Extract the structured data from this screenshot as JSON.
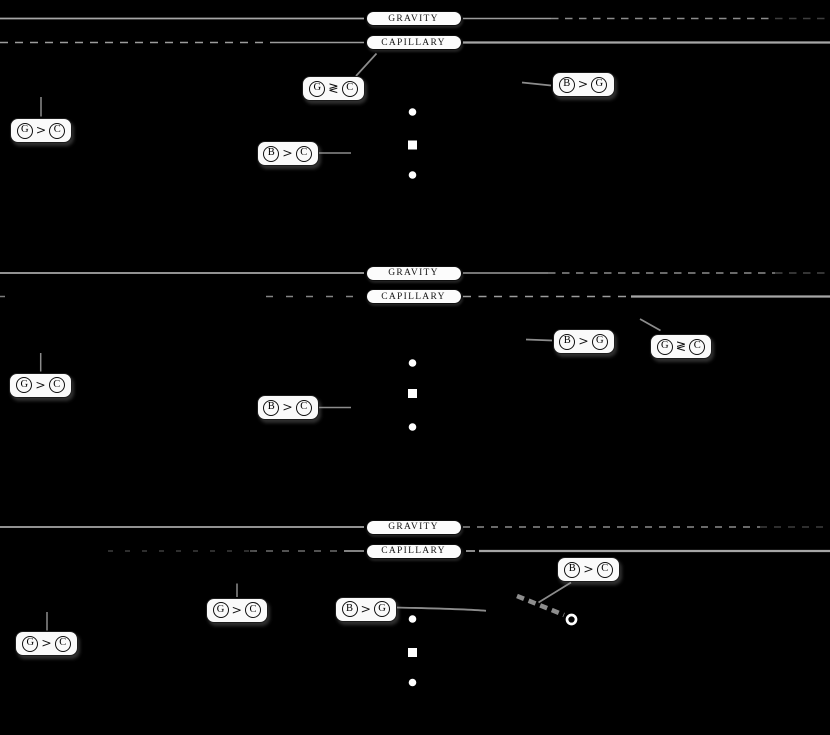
{
  "figure": {
    "background_color": "#000000",
    "line_color": "#9c9c9c",
    "label_box_bg": "#fbfbfb",
    "label_box_border": "#151515",
    "marker_color": "#ffffff"
  },
  "panels": [
    {
      "name": "top",
      "gravity_label": "GRAVITY",
      "capillary_label": "CAPILLARY",
      "gravity_line": {
        "left_style": "solid",
        "right_style": "solid-then-dashed"
      },
      "capillary_line": {
        "left_style": "dashed-then-solid",
        "right_style": "solid"
      },
      "annotations": [
        {
          "name": "gravity-gt-capillary",
          "left": "G",
          "op": ">",
          "right": "C"
        },
        {
          "name": "gravity-vs-capillary-crossover",
          "left": "G",
          "op": "≷",
          "right": "C"
        },
        {
          "name": "bending-gt-capillary",
          "left": "B",
          "op": ">",
          "right": "C"
        },
        {
          "name": "bending-gt-gravity",
          "left": "B",
          "op": ">",
          "right": "G"
        }
      ],
      "markers": [
        "filled-circle",
        "filled-square",
        "filled-circle"
      ]
    },
    {
      "name": "middle",
      "gravity_label": "GRAVITY",
      "capillary_label": "CAPILLARY",
      "gravity_line": {
        "left_style": "solid",
        "right_style": "solid-then-dashed"
      },
      "capillary_line": {
        "left_style": "sparse-dashed",
        "right_style": "dashed-then-solid"
      },
      "annotations": [
        {
          "name": "gravity-gt-capillary",
          "left": "G",
          "op": ">",
          "right": "C"
        },
        {
          "name": "bending-gt-capillary",
          "left": "B",
          "op": ">",
          "right": "C"
        },
        {
          "name": "bending-gt-gravity",
          "left": "B",
          "op": ">",
          "right": "G"
        },
        {
          "name": "gravity-vs-capillary-crossover",
          "left": "G",
          "op": "≷",
          "right": "C"
        }
      ],
      "markers": [
        "filled-circle",
        "filled-square",
        "filled-circle"
      ]
    },
    {
      "name": "bottom",
      "gravity_label": "GRAVITY",
      "capillary_label": "CAPILLARY",
      "gravity_line": {
        "left_style": "solid",
        "right_style": "dashed-fading"
      },
      "capillary_line": {
        "left_style": "faint-dashed-then-solid",
        "right_style": "solid"
      },
      "annotations": [
        {
          "name": "gravity-gt-capillary-left",
          "left": "G",
          "op": ">",
          "right": "C"
        },
        {
          "name": "gravity-gt-capillary-mid",
          "left": "G",
          "op": ">",
          "right": "C"
        },
        {
          "name": "bending-gt-gravity",
          "left": "B",
          "op": ">",
          "right": "G"
        },
        {
          "name": "bending-gt-capillary",
          "left": "B",
          "op": ">",
          "right": "C"
        }
      ],
      "markers": [
        "filled-circle",
        "filled-square",
        "filled-circle"
      ],
      "trajectory": {
        "style": "thick-dashed",
        "end_marker": "open-circle"
      }
    }
  ]
}
